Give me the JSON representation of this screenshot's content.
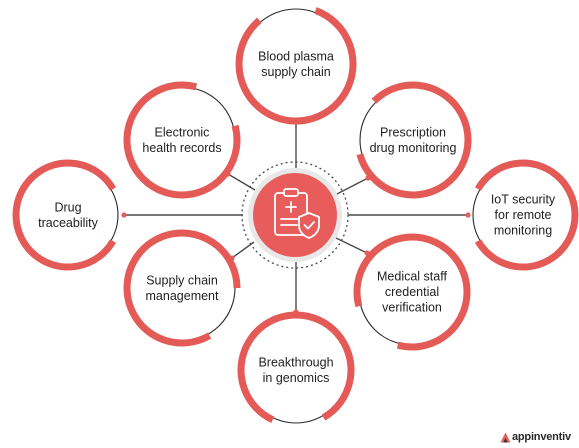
{
  "colors": {
    "accent": "#e85c5c",
    "ring": "#e35a57",
    "ring_inner": "#e8e8e8",
    "connector": "#4a4a4a",
    "node_fill": "#ffffff",
    "node_outline": "#2a2a2a",
    "icon": "#ffffff"
  },
  "center": {
    "icon": "medical-clipboard-shield-icon"
  },
  "nodes": [
    {
      "id": "blood-plasma",
      "lines": [
        "Blood plasma",
        "supply chain"
      ]
    },
    {
      "id": "prescription",
      "lines": [
        "Prescription",
        "drug monitoring"
      ]
    },
    {
      "id": "iot-security",
      "lines": [
        "IoT security",
        "for remote",
        "monitoring"
      ]
    },
    {
      "id": "medical-staff",
      "lines": [
        "Medical staff",
        "credential",
        "verification"
      ]
    },
    {
      "id": "genomics",
      "lines": [
        "Breakthrough",
        "in genomics"
      ]
    },
    {
      "id": "supply-chain",
      "lines": [
        "Supply chain",
        "management"
      ]
    },
    {
      "id": "drug-traceability",
      "lines": [
        "Drug",
        "traceability"
      ]
    },
    {
      "id": "ehr",
      "lines": [
        "Electronic",
        "health records"
      ]
    }
  ],
  "logo": {
    "text": "appinventiv"
  }
}
